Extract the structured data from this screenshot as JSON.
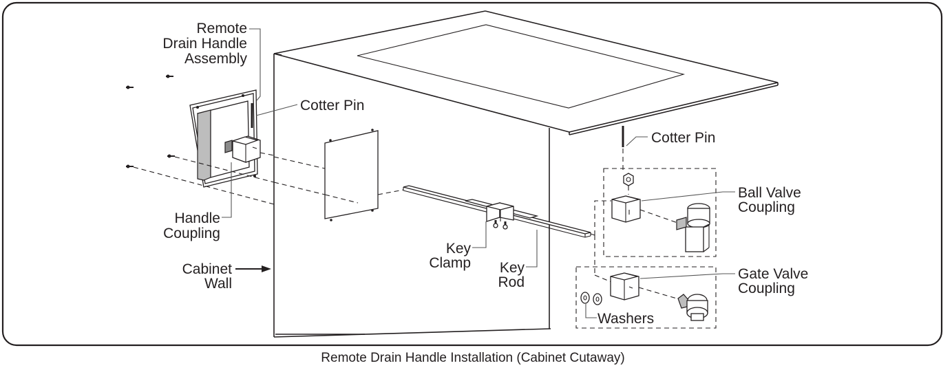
{
  "labels": {
    "remote_1": "Remote",
    "remote_2": "Drain Handle",
    "remote_3": "Assembly",
    "cotter_pin_left": "Cotter Pin",
    "cotter_pin_right": "Cotter Pin",
    "handle_coupling_1": "Handle",
    "handle_coupling_2": "Coupling",
    "cabinet_wall_1": "Cabinet",
    "cabinet_wall_2": "Wall",
    "key_clamp_1": "Key",
    "key_clamp_2": "Clamp",
    "key_rod_1": "Key",
    "key_rod_2": "Rod",
    "ball_valve_1": "Ball Valve",
    "ball_valve_2": "Coupling",
    "gate_valve_1": "Gate Valve",
    "gate_valve_2": "Coupling",
    "washers": "Washers"
  },
  "caption": "Remote Drain Handle Installation (Cabinet Cutaway)"
}
